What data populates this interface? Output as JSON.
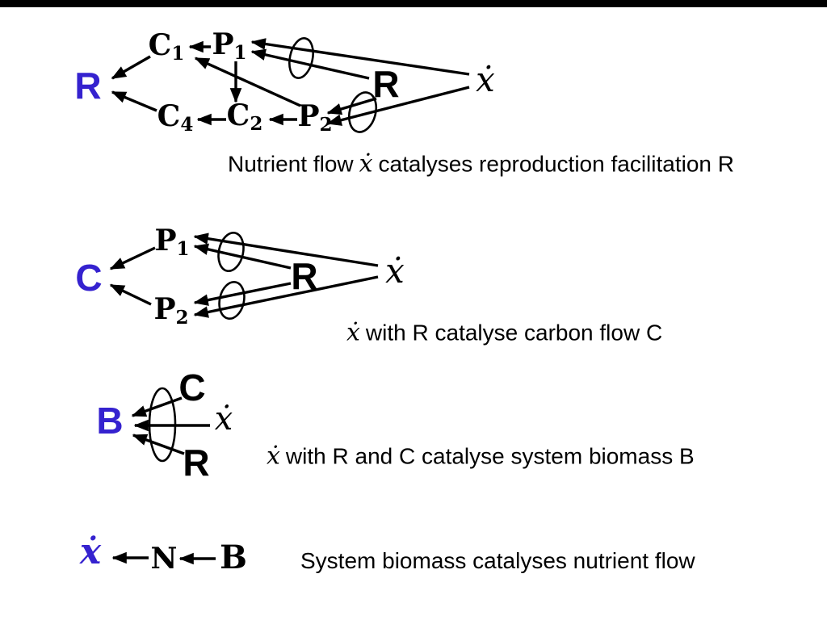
{
  "window": {
    "top_bar_color": "#000000",
    "background": "#ffffff"
  },
  "palette": {
    "accent_blue": "#3522cf",
    "ink": "#000000"
  },
  "diagram1": {
    "caption": {
      "pre": "Nutrient flow",
      "xdot": "ẋ",
      "post": "catalyses reproduction facilitation R"
    },
    "nodes": {
      "r_out": "R",
      "c1": {
        "base": "C",
        "sub": "1"
      },
      "p1": {
        "base": "P",
        "sub": "1"
      },
      "c4": {
        "base": "C",
        "sub": "4"
      },
      "c2": {
        "base": "C",
        "sub": "2"
      },
      "p2": {
        "base": "P",
        "sub": "2"
      },
      "r_cat": "R",
      "xdot": "ẋ"
    }
  },
  "diagram2": {
    "caption": {
      "xdot": "ẋ",
      "post": "with R catalyse carbon flow C"
    },
    "nodes": {
      "c_out": "C",
      "p1": {
        "base": "P",
        "sub": "1"
      },
      "p2": {
        "base": "P",
        "sub": "2"
      },
      "r_cat": "R",
      "xdot": "ẋ"
    }
  },
  "diagram3": {
    "caption": {
      "xdot": "ẋ",
      "post": "with R and C catalyse system biomass B"
    },
    "nodes": {
      "b_out": "B",
      "c_cat": "C",
      "r_cat": "R",
      "xdot": "ẋ"
    }
  },
  "diagram4": {
    "caption": {
      "text": "System biomass catalyses nutrient flow"
    },
    "nodes": {
      "xdot_out": "ẋ",
      "n": "N",
      "b": "B"
    }
  }
}
